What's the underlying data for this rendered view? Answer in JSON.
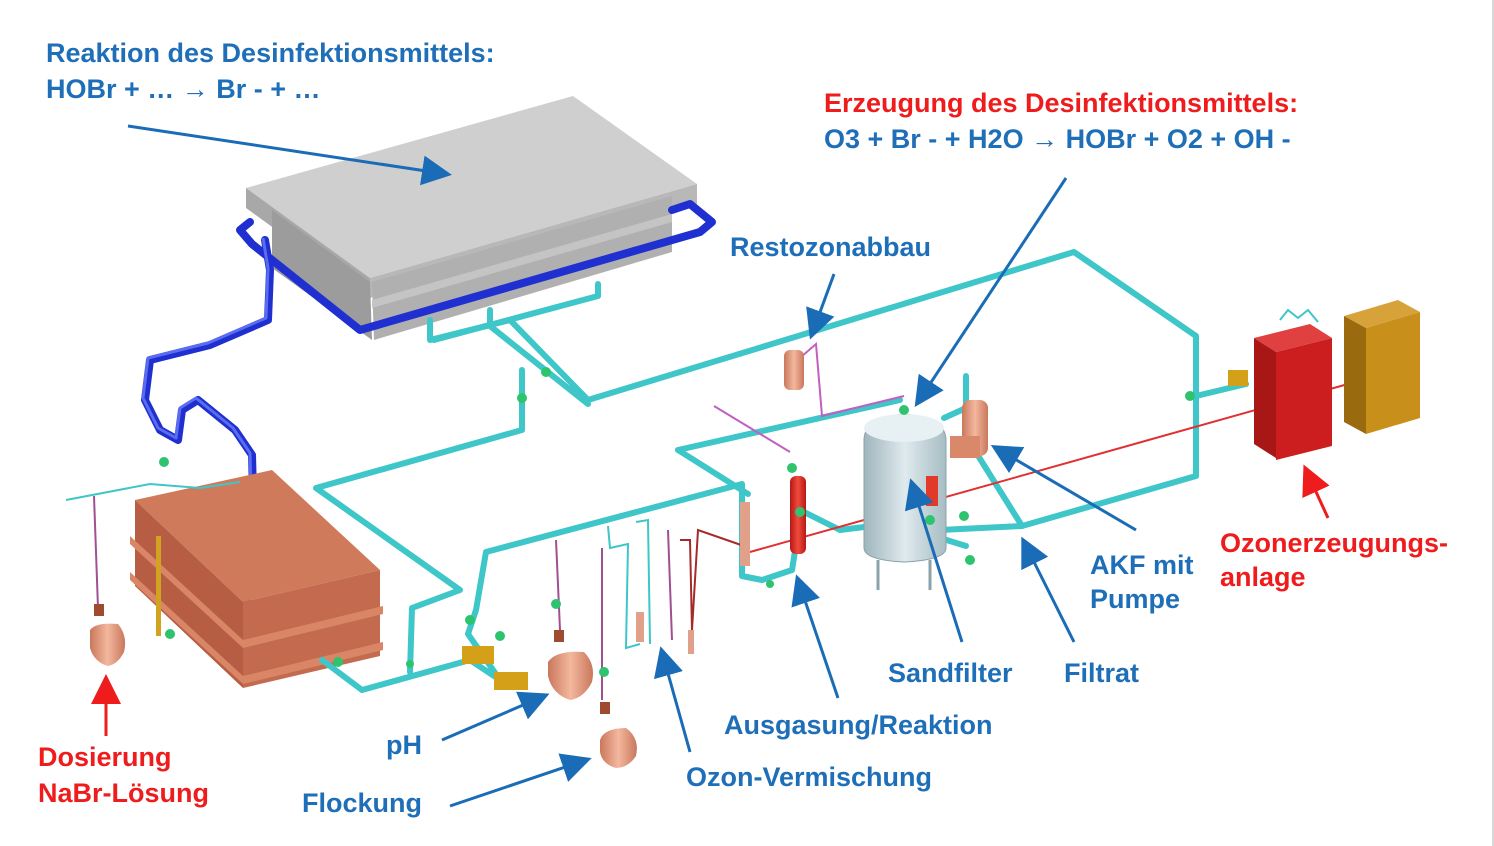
{
  "labels": {
    "reaktion_title": "Reaktion des Desinfektionsmittels:",
    "reaktion_formula": "HOBr + … →  Br - + …",
    "erzeugung_title": "Erzeugung des Desinfektionsmittels:",
    "erzeugung_formula": "O3 + Br - + H2O → HOBr + O2 + OH -",
    "restozonabbau": "Restozonabbau",
    "ozonerzeugung_1": "Ozonerzeugungs-",
    "ozonerzeugung_2": "anlage",
    "akf_1": "AKF mit",
    "akf_2": "Pumpe",
    "sandfilter": "Sandfilter",
    "filtrat": "Filtrat",
    "ausgasung": "Ausgasung/Reaktion",
    "ozon_vermischung": "Ozon-Vermischung",
    "ph": "pH",
    "flockung": "Flockung",
    "dosierung_1": "Dosierung",
    "dosierung_2": "NaBr-Lösung"
  },
  "colors": {
    "label_blue": "#1f6fb8",
    "label_red": "#ee1c1c",
    "arrow_blue": "#1a6cb7",
    "arrow_red": "#ee1c1c",
    "pipe_cyan": "#3ec6c9",
    "pipe_blue": "#1f2fd0",
    "basin_grey": "#c9c9c9",
    "tank_copper": "#c0634a",
    "ozone_red": "#c81e1e",
    "ozone_gold": "#c8901a",
    "filter_grey": "#b9cdd3",
    "valve_green": "#2ec46e"
  }
}
